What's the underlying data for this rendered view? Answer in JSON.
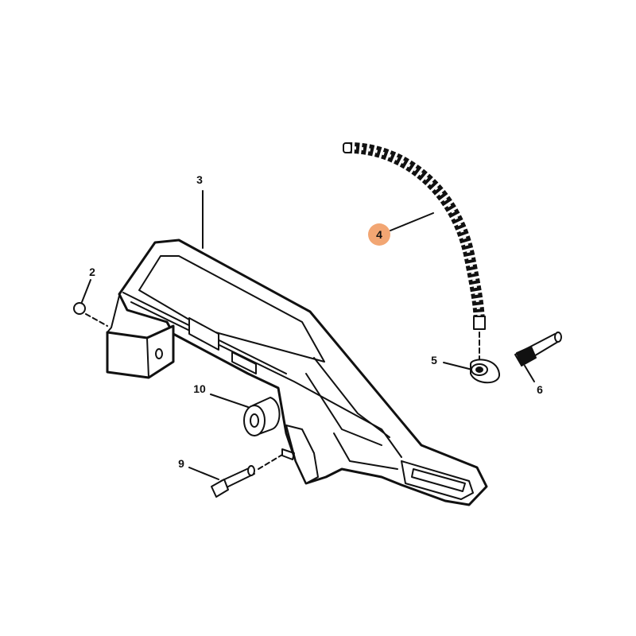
{
  "diagram": {
    "highlight_color": "#f2a673",
    "callouts": [
      {
        "id": "2",
        "label": "2",
        "highlighted": false
      },
      {
        "id": "3",
        "label": "3",
        "highlighted": false
      },
      {
        "id": "4",
        "label": "4",
        "highlighted": true
      },
      {
        "id": "5",
        "label": "5",
        "highlighted": false
      },
      {
        "id": "6",
        "label": "6",
        "highlighted": false
      },
      {
        "id": "9",
        "label": "9",
        "highlighted": false
      },
      {
        "id": "10",
        "label": "10",
        "highlighted": false
      }
    ]
  }
}
